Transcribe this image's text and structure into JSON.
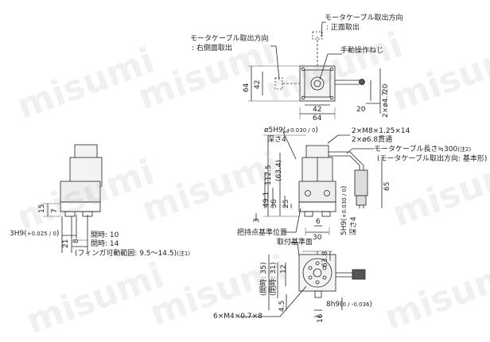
{
  "watermark": "misumi",
  "annotations": {
    "motor_cable_front": "モータケーブル取出方向",
    "front_exit": ": 正面取出",
    "motor_cable_right": "モータケーブル取出方向",
    "right_exit": ": 右側面取出",
    "manual_screw": "手動操作ねじ",
    "hole_5h9": "ø5H9(",
    "hole_5h9_tol": "+0.030 / 0",
    "depth_4": "深さ4",
    "m8_thread": "2×M8×1.25×14",
    "through_68": "2×ø6.8貫通",
    "cable_length": "モータケーブル長さ≒300",
    "cable_length_note": "(注2)",
    "cable_exit_basic": "(モータケーブル取出方向: 基本形)",
    "holding_point": "把持点基準位置",
    "hole_3h9": "3H9(",
    "hole_3h9_tol": "+0.025 / 0",
    "open": "開時: 10",
    "closed": "閉時: 14",
    "finger_range": "(フィンガ可動範囲: 9.5～14.5)",
    "finger_range_note": "(注1)",
    "mount_ref": "取付基準面",
    "open_35": "(開時: 35)",
    "closed_31": "(閉時: 31)",
    "m4_thread": "6×M4×0.7×8",
    "hole_8h9": "8h9(",
    "hole_8h9_tol": "0 / -0.036",
    "hole_5h9_b": "5H9(",
    "hole_5h9_b_tol": "+0.030 / 0",
    "depth_4b": "深さ4"
  },
  "dimensions": {
    "top_64": "64",
    "top_42": "42",
    "top_20": "20",
    "top_2x47": "2×ø4.7",
    "top_w42": "42",
    "top_w64": "64",
    "top_w20": "20",
    "front_1125": "112.5",
    "front_634": "(63.4)",
    "front_491": "49.1",
    "front_36": "36",
    "front_25": "25",
    "front_3": "3",
    "front_6": "6",
    "front_30": "30",
    "front_65": "65",
    "side_15": "15",
    "side_7": "7",
    "side_21": "21",
    "side_8": "8",
    "bottom_638": "63.8",
    "bottom_12": "12",
    "bottom_45": "4.5",
    "bottom_16": "16"
  },
  "colors": {
    "line": "#222222",
    "body_fill": "#eeeeee",
    "cable_fill": "#dddddd",
    "accent": "#555555"
  }
}
